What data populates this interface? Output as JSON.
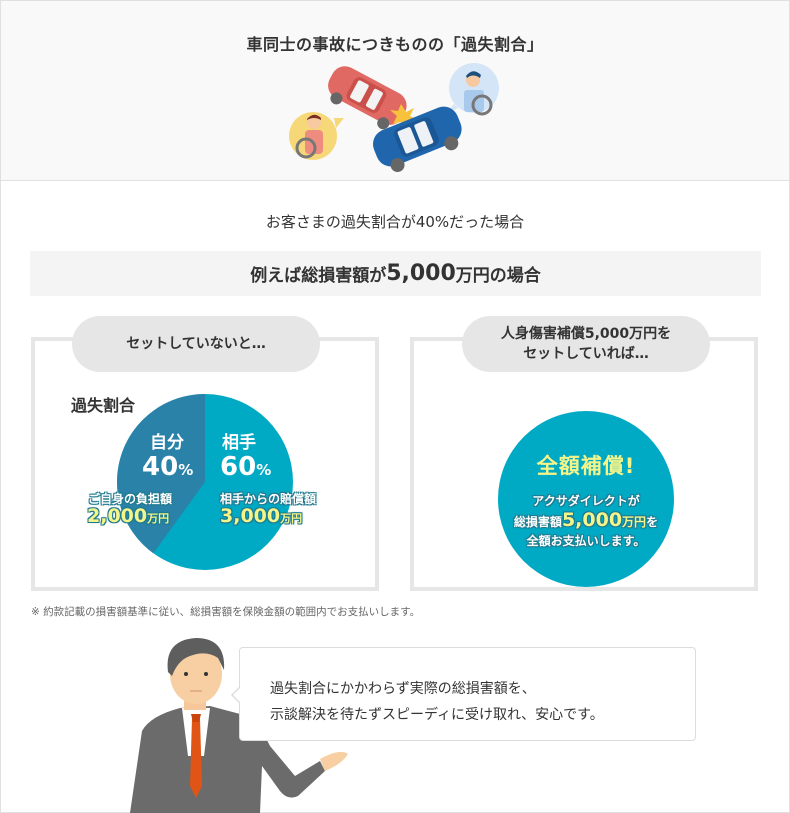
{
  "hero": {
    "title": "車同士の事故につきものの「過失割合」",
    "illustration": "car-collision-illustration"
  },
  "condition": {
    "text": "お客さまの過失割合が40%だった場合"
  },
  "example": {
    "prefix": "例えば総損害額が",
    "amount": "5,000",
    "suffix": "万円の場合"
  },
  "without_coverage": {
    "pill": "セットしていないと…",
    "ratio_label": "過失割合",
    "self": {
      "label": "自分",
      "percent": "40",
      "percent_sign": "%",
      "caption": "ご自身の負担額",
      "amount": "2,000",
      "unit": "万円"
    },
    "other": {
      "label": "相手",
      "percent": "60",
      "percent_sign": "%",
      "caption": "相手からの賠償額",
      "amount": "3,000",
      "unit": "万円"
    }
  },
  "with_coverage": {
    "pill_line1": "人身傷害補償5,000万円を",
    "pill_line2": "セットしていれば…",
    "title": "全額補償!",
    "desc_line1": "アクサダイレクトが",
    "desc_line2_prefix": "総損害額",
    "desc_line2_amount": "5,000",
    "desc_line2_unit": "万円",
    "desc_line2_suffix": "を",
    "desc_line3": "全額お支払いします。"
  },
  "footnote": "※ 約款記載の損害額基準に従い、総損害額を保険金額の範囲内でお支払いします。",
  "speech": {
    "line1": "過失割合にかかわらず実際の総損害額を、",
    "line2": "示談解決を待たずスピーディに受け取れ、安心です。"
  },
  "colors": {
    "pie_self": "#2a82a8",
    "pie_other": "#00a9c4",
    "highlight_yellow": "#f3f58a",
    "panel_border": "#e6e6e6",
    "pill_bg": "#e6e6e6",
    "hero_bg": "#f9f9f9"
  },
  "chart_data": {
    "type": "pie",
    "title": "過失割合",
    "categories": [
      "自分",
      "相手"
    ],
    "values": [
      40,
      60
    ],
    "annotations": [
      {
        "category": "自分",
        "caption": "ご自身の負担額",
        "amount": "2,000万円"
      },
      {
        "category": "相手",
        "caption": "相手からの賠償額",
        "amount": "3,000万円"
      }
    ]
  }
}
